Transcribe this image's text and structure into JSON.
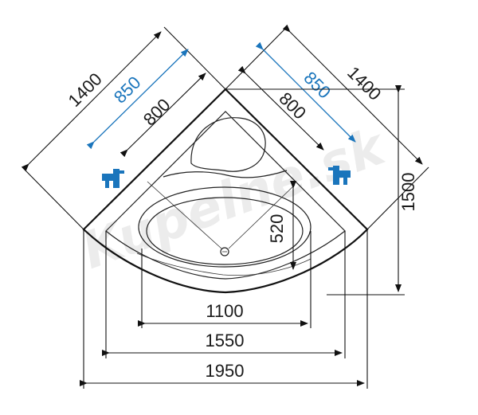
{
  "watermark": "Kupelne.sk",
  "dimensions": {
    "left_outer": "1400",
    "left_blue": "850",
    "left_inner": "800",
    "right_blue": "850",
    "right_outer": "1400",
    "right_inner": "800",
    "right_height": "1500",
    "depth": "520",
    "width_inner": "1100",
    "width_mid": "1550",
    "width_outer": "1950"
  },
  "colors": {
    "accent_blue": "#1a75bc",
    "line": "#111111"
  },
  "icons": {
    "left_tap": "faucet-icon",
    "right_tap": "faucet-icon"
  }
}
